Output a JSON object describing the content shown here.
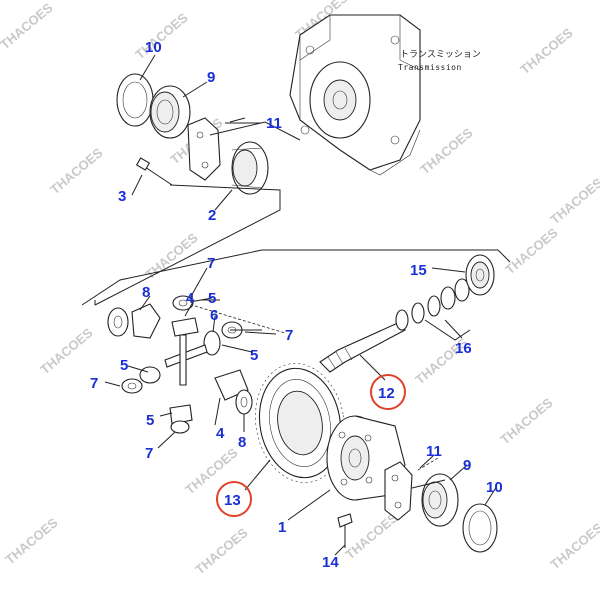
{
  "header": {
    "label_japanese": "トランスミッション",
    "label_english": "Transmission"
  },
  "watermark": "THACOES",
  "callouts": [
    {
      "id": "c10a",
      "text": "10"
    },
    {
      "id": "c9a",
      "text": "9"
    },
    {
      "id": "c11a",
      "text": "11"
    },
    {
      "id": "c3",
      "text": "3"
    },
    {
      "id": "c2",
      "text": "2"
    },
    {
      "id": "c7a",
      "text": "7"
    },
    {
      "id": "c8a",
      "text": "8"
    },
    {
      "id": "c4a",
      "text": "4"
    },
    {
      "id": "c5a",
      "text": "5"
    },
    {
      "id": "c6",
      "text": "6"
    },
    {
      "id": "c7b",
      "text": "7"
    },
    {
      "id": "c5b",
      "text": "5"
    },
    {
      "id": "c5c",
      "text": "5"
    },
    {
      "id": "c7c",
      "text": "7"
    },
    {
      "id": "c4b",
      "text": "4"
    },
    {
      "id": "c5d",
      "text": "5"
    },
    {
      "id": "c8b",
      "text": "8"
    },
    {
      "id": "c7d",
      "text": "7"
    },
    {
      "id": "c15",
      "text": "15"
    },
    {
      "id": "c16",
      "text": "16"
    },
    {
      "id": "c12",
      "text": "12"
    },
    {
      "id": "c13",
      "text": "13"
    },
    {
      "id": "c11b",
      "text": "11"
    },
    {
      "id": "c9b",
      "text": "9"
    },
    {
      "id": "c10b",
      "text": "10"
    },
    {
      "id": "c1",
      "text": "1"
    },
    {
      "id": "c14",
      "text": "14"
    }
  ],
  "highlight_color": "#e0412a",
  "callout_color": "#1a2fd6"
}
